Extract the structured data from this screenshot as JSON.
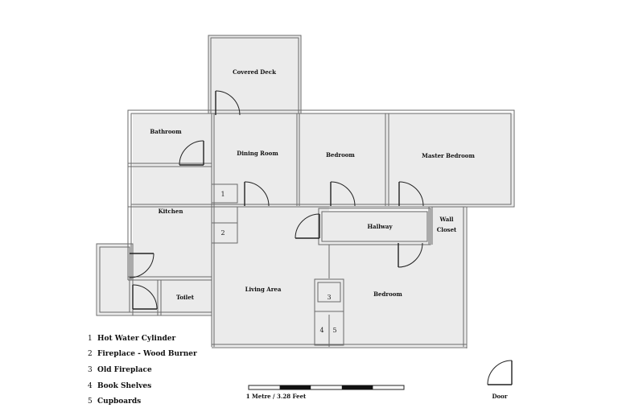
{
  "rooms": {
    "covered_deck": "Covered Deck",
    "bathroom": "Bathroom",
    "dining_room": "Dining Room",
    "bedroom_top": "Bedroom",
    "master_bedroom": "Master Bedroom",
    "kitchen": "Kitchen",
    "hallway": "Hallway",
    "wall_closet_1": "Wall",
    "wall_closet_2": "Closet",
    "toilet": "Toilet",
    "living_area": "Living Area",
    "bedroom_bottom": "Bedroom"
  },
  "markers": {
    "m1": "1",
    "m2": "2",
    "m3": "3",
    "m4": "4",
    "m5": "5"
  },
  "legend": [
    {
      "num": "1",
      "text": "Hot Water Cylinder"
    },
    {
      "num": "2",
      "text": "Fireplace - Wood Burner"
    },
    {
      "num": "3",
      "text": "Old Fireplace"
    },
    {
      "num": "4",
      "text": "Book Shelves"
    },
    {
      "num": "5",
      "text": "Cupboards"
    }
  ],
  "scale": {
    "label": "1 Metre / 3.28 Feet",
    "segments": 5
  },
  "door_legend": "Door",
  "colors": {
    "room_fill": "#ebebeb",
    "wall": "#6a6a6a",
    "door": "#222222"
  }
}
